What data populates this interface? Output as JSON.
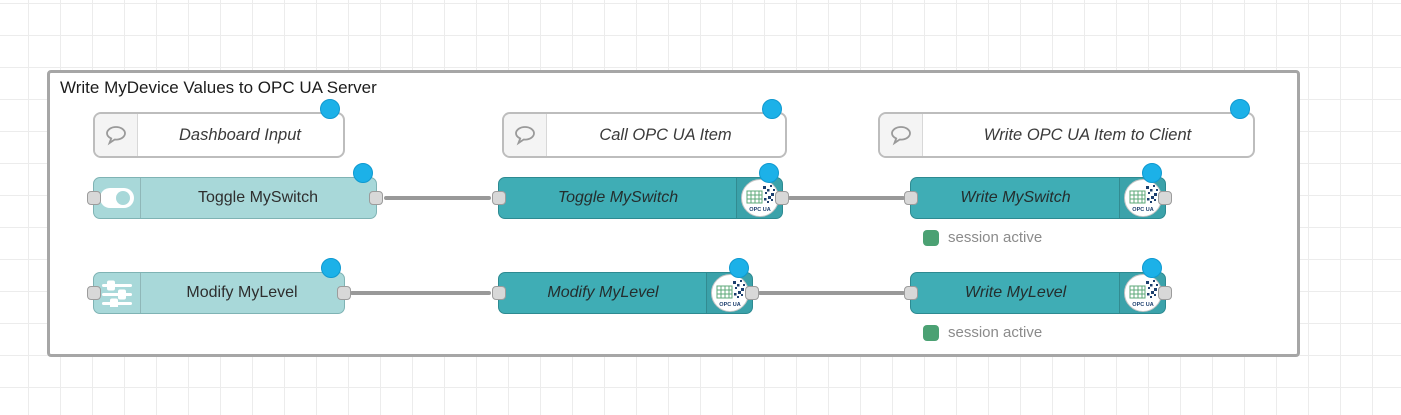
{
  "group": {
    "title": "Write MyDevice Values to OPC UA Server"
  },
  "comments": [
    {
      "label": "Dashboard Input"
    },
    {
      "label": "Call OPC UA Item"
    },
    {
      "label": "Write OPC UA Item to Client"
    }
  ],
  "nodes": {
    "toggle_ui": {
      "label": "Toggle MySwitch"
    },
    "toggle_opc": {
      "label": "Toggle MySwitch"
    },
    "write_switch": {
      "label": "Write MySwitch",
      "status": "session active"
    },
    "level_ui": {
      "label": "Modify MyLevel"
    },
    "level_opc": {
      "label": "Modify MyLevel"
    },
    "write_level": {
      "label": "Write MyLevel",
      "status": "session active"
    }
  },
  "icons": {
    "opcua_label": "OPC UA"
  },
  "colors": {
    "node_teal": "#3FADB5",
    "node_light": "#A8D8D9",
    "badge_blue": "#1CB1E8",
    "status_green": "#4BA173",
    "wire_gray": "#999999",
    "group_border": "#A6A6A6"
  }
}
